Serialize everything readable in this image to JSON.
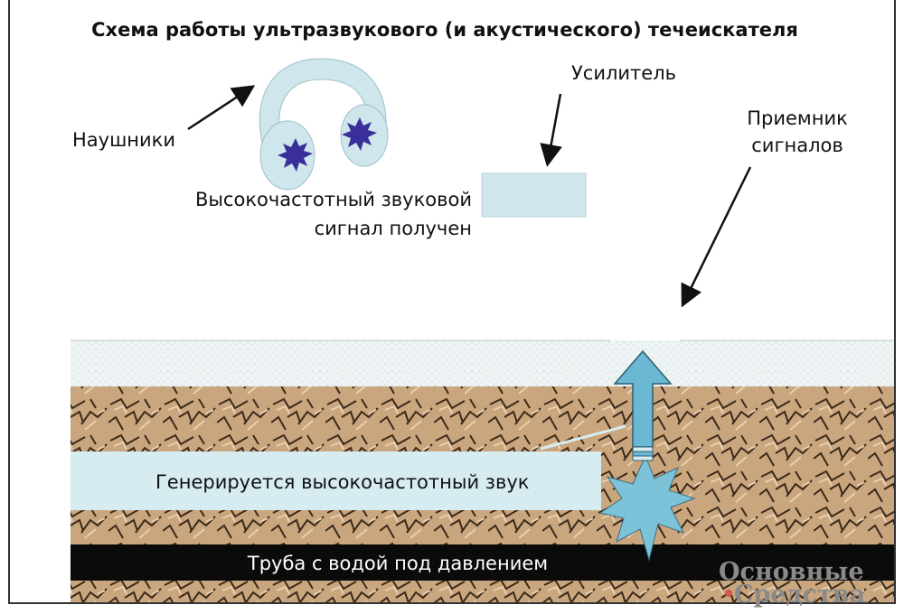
{
  "title": "Схема работы ультразвукового (и акустического) течеискателя",
  "labels": {
    "headphones": "Наушники",
    "signal_line1": "Высокочастотный звуковой",
    "signal_line2": "сигнал получен",
    "amplifier": "Усилитель",
    "receiver_line1": "Приемник",
    "receiver_line2": "сигналов",
    "generated": "Генерируется высокочастотный звук",
    "pipe": "Труба с водой под давлением"
  },
  "logo": {
    "line1": "Основные",
    "line2": "Средства"
  },
  "colors": {
    "light_blue": "#cfe6ec",
    "arrow_blue": "#6bb8d4",
    "star_purple": "#3a2f9a",
    "soil": "#c9a57e",
    "pipe": "#0b0b0b"
  }
}
